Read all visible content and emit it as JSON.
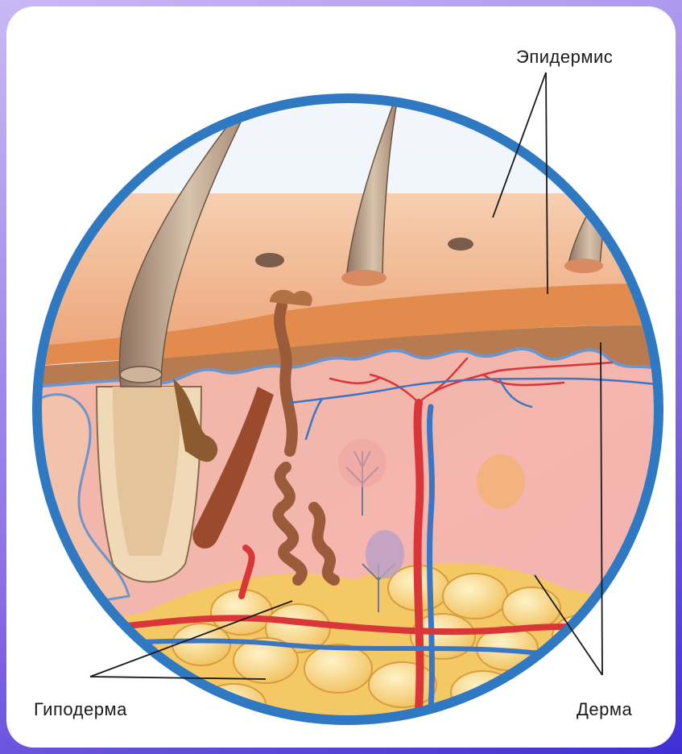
{
  "labels": {
    "epidermis": "Эпидермис",
    "hypodermis": "Гиподерма",
    "dermis": "Дерма"
  },
  "colors": {
    "background": "#8f73e6",
    "ring": "#2f78c2",
    "epidermis": "#f1b58c",
    "dermis": "#f0a7a2",
    "fat": "#f6d27a",
    "artery": "#d9363a",
    "vein": "#3a76c4",
    "hair": "#b89c84"
  },
  "icons": {
    "hair-shaft": "hair-shaft-icon",
    "pore": "pore-icon",
    "sweat-gland": "sweat-gland-icon",
    "fat-cell": "fat-cell-icon",
    "blood-vessel": "blood-vessel-icon"
  }
}
